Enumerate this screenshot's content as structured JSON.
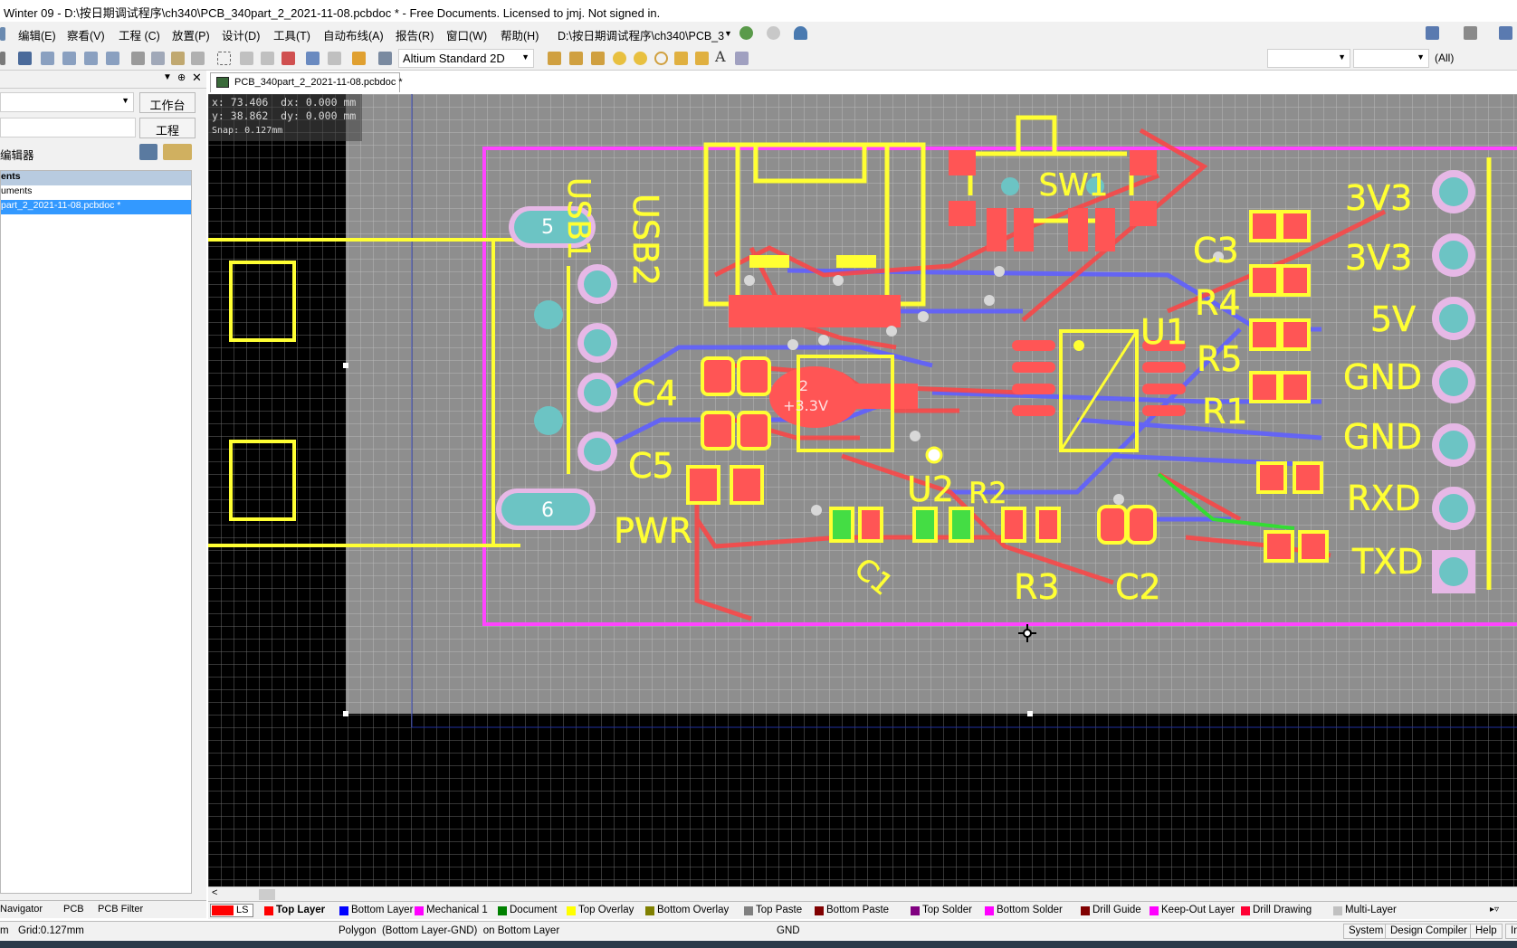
{
  "window": {
    "title": "Winter 09 - D:\\按日期调试程序\\ch340\\PCB_340part_2_2021-11-08.pcbdoc * - Free Documents. Licensed to jmj. Not signed in."
  },
  "menu": {
    "items": [
      "编辑(E)",
      "察看(V)",
      "工程 (C)",
      "放置(P)",
      "设计(D)",
      "工具(T)",
      "自动布线(A)",
      "报告(R)",
      "窗口(W)",
      "帮助(H)"
    ],
    "path": "D:\\按日期调试程序\\ch340\\PCB_3"
  },
  "toolbar": {
    "view_mode": "Altium Standard 2D",
    "filter_all": "(All)"
  },
  "panel": {
    "workspace_button": "工作台",
    "project_button": "工程",
    "editor_label": "编辑器",
    "tree": [
      "ents",
      "uments",
      "part_2_2021-11-08.pcbdoc *"
    ],
    "tabs": [
      "Navigator",
      "PCB",
      "PCB Filter"
    ]
  },
  "document": {
    "tab": "PCB_340part_2_2021-11-08.pcbdoc *"
  },
  "coords": {
    "x": "73.406",
    "dx": "0.000",
    "y": "38.862",
    "dy": "0.000",
    "unit": "mm",
    "snap": "Snap: 0.127mm"
  },
  "pcb": {
    "pads": {
      "p5": "5",
      "p6": "6"
    },
    "silk": {
      "usb1": "USB1",
      "usb2": "USB2",
      "sw1": "SW1",
      "c3": "C3",
      "r4": "R4",
      "u1": "U1",
      "r5": "R5",
      "r1": "R1",
      "c4": "C4",
      "c5": "C5",
      "pwr": "PWR",
      "u2": "U2",
      "r2": "R2",
      "r3": "R3",
      "c2": "C2",
      "c1": "C1",
      "h3v3a": "3V3",
      "h3v3b": "3V3",
      "h5v": "5V",
      "gnd1": "GND",
      "gnd2": "GND",
      "rxd": "RXD",
      "txd": "TXD"
    },
    "regulator_pin": "2",
    "regulator_net": "+3.3V"
  },
  "layers": {
    "ls": "LS",
    "tabs": [
      "Top Layer",
      "Bottom Layer",
      "Mechanical 1",
      "Document",
      "Top Overlay",
      "Bottom Overlay",
      "Top Paste",
      "Bottom Paste",
      "Top Solder",
      "Bottom Solder",
      "Drill Guide",
      "Keep-Out Layer",
      "Drill Drawing",
      "Multi-Layer"
    ],
    "colors": [
      "#ff0000",
      "#0000ff",
      "#ff00ff",
      "#008000",
      "#ffff00",
      "#808000",
      "#808080",
      "#800000",
      "#800080",
      "#ff00ff",
      "#800000",
      "#ff00ff",
      "#ff0033",
      "#c0c0c0"
    ]
  },
  "status": {
    "unit": "m",
    "grid": "Grid:0.127mm",
    "hover": "Polygon  (Bottom Layer-GND)  on Bottom Layer",
    "net": "GND",
    "system": "System",
    "compiler": "Design Compiler",
    "help": "Help",
    "instr": "Instr"
  }
}
